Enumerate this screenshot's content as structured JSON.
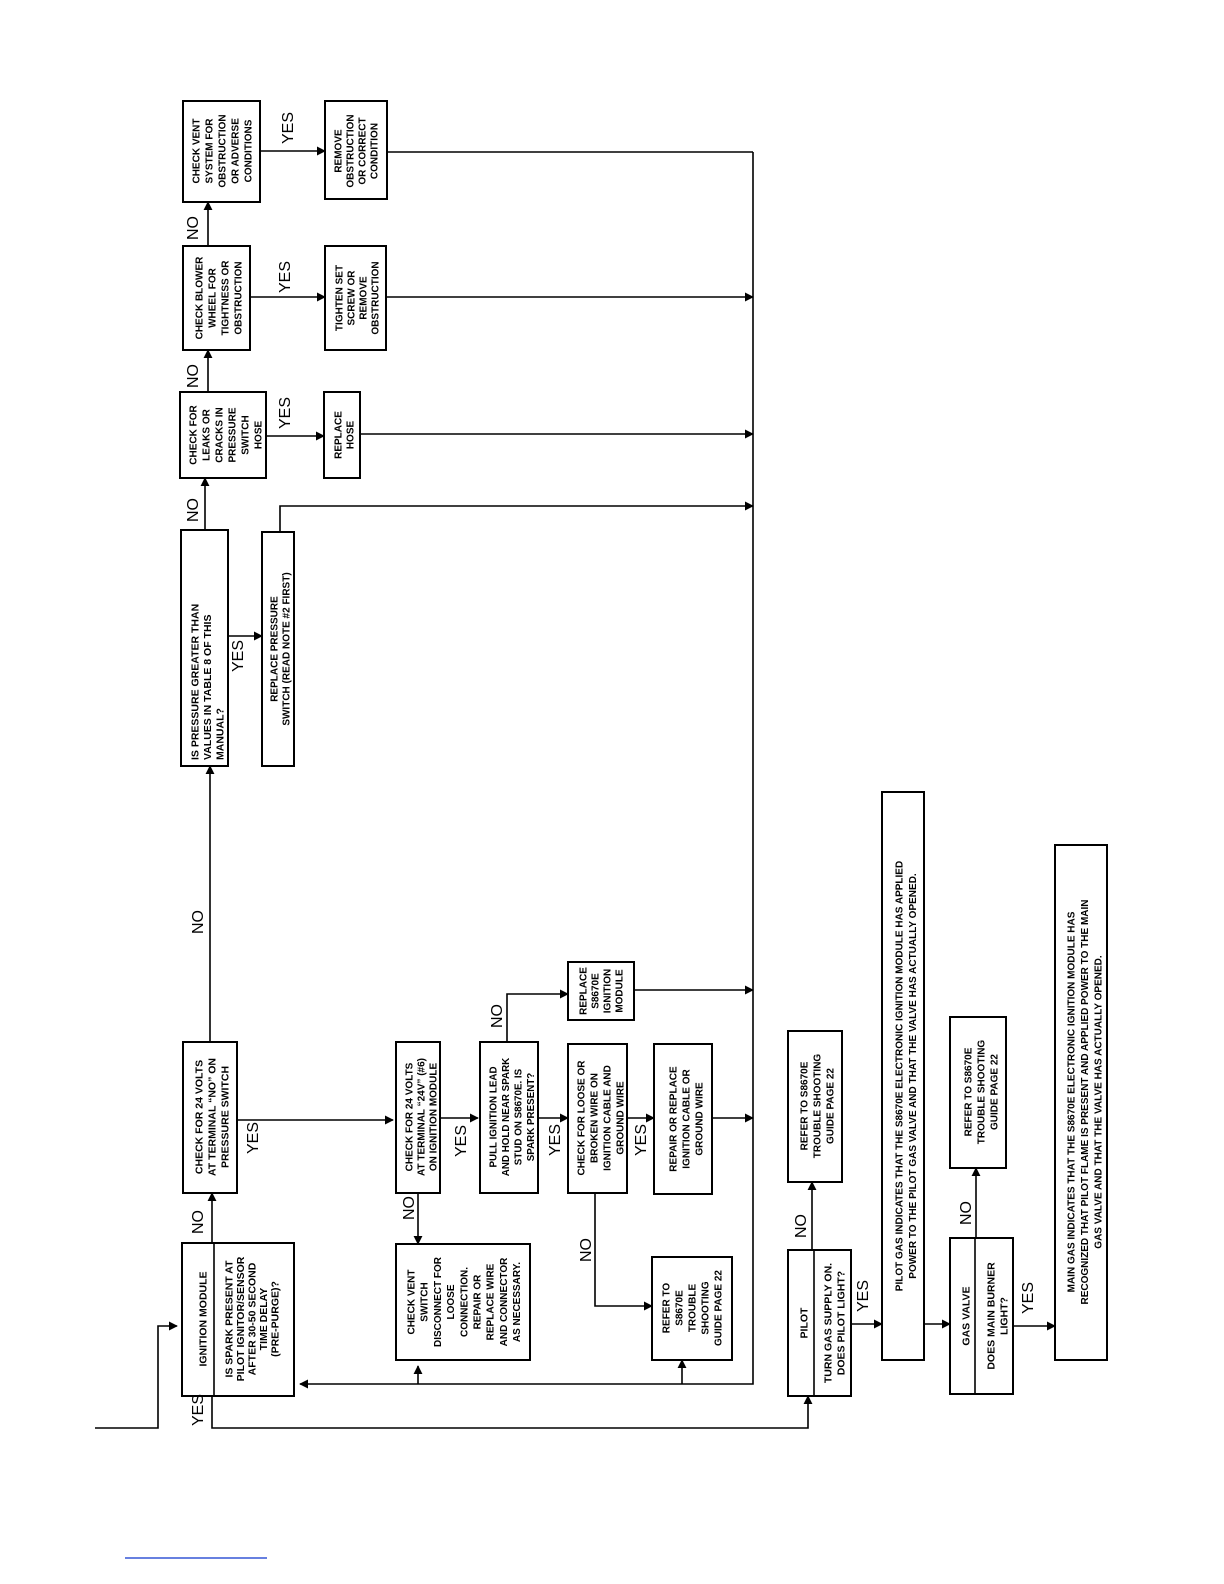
{
  "boxes": {
    "ignition_title": "IGNITION MODULE",
    "ignition_q": [
      "IS SPARK PRESENT AT",
      "PILOT IGNITOR/SENSOR",
      "AFTER 30-50 SECOND",
      "TIME DELAY",
      "(PRE-PURGE)?"
    ],
    "check_24v_no": [
      "CHECK FOR 24 VOLTS",
      "AT TERMINAL “NO” ON",
      "PRESSURE SWITCH"
    ],
    "pressure_q": [
      "IS  PRESSURE GREATER THAN",
      "VALUES IN TABLE 8 OF THIS",
      "MANUAL?"
    ],
    "replace_ps": [
      "REPLACE  PRESSURE",
      "SWITCH (READ NOTE #2 FIRST)"
    ],
    "check_leaks": [
      "CHECK FOR",
      "LEAKS OR",
      "CRACKS IN",
      "PRESSURE",
      "SWITCH",
      "HOSE"
    ],
    "replace_hose": [
      "REPLACE",
      "HOSE"
    ],
    "check_blower": [
      "CHECK BLOWER",
      "WHEEL FOR",
      "TIGHTNESS OR",
      "OBSTRUCTION"
    ],
    "tighten": [
      "TIGHTEN SET",
      "SCREW OR",
      "REMOVE",
      "OBSTRUCTION"
    ],
    "check_vent_sys": [
      "CHECK VENT",
      "SYSTEM FOR",
      "OBSTRUCTION",
      "OR ADVERSE",
      "CONDITIONS"
    ],
    "remove_obs": [
      "REMOVE",
      "OBSTRUCTION",
      "OR CORRECT",
      "CONDITION"
    ],
    "check_24v_mod": [
      "CHECK FOR 24 VOLTS",
      "AT TERMINAL “24V” (#6)",
      "ON IGNITION MODULE"
    ],
    "check_vent_switch": [
      "CHECK VENT",
      "SWITCH",
      "DISCONNECT FOR",
      "LOOSE",
      "CONNECTION.",
      "REPAIR OR",
      "REPLACE WIRE",
      "AND CONNECTOR",
      "AS NECESSARY."
    ],
    "pull_lead": [
      "PULL IGNITION LEAD",
      "AND HOLD NEAR SPARK",
      "STUD ON S8670E.  IS",
      "SPARK PRESENT?"
    ],
    "replace_module": [
      "REPLACE",
      "S8670E",
      "IGNITION",
      "MODULE"
    ],
    "check_loose": [
      "CHECK FOR LOOSE OR",
      "BROKEN WIRE ON",
      "IGNITION CABLE AND",
      "GROUND WIRE"
    ],
    "refer_1": [
      "REFER TO",
      "S8670E",
      "TROUBLE",
      "SHOOTING",
      "GUIDE PAGE 22"
    ],
    "repair": [
      "REPAIR OR REPLACE",
      "IGNITION CABLE OR",
      "GROUND WIRE"
    ],
    "pilot_title": "PILOT",
    "pilot_q": [
      "TURN GAS SUPPLY ON.",
      "DOES PILOT LIGHT?"
    ],
    "refer_2": [
      "REFER TO S8670E",
      "TROUBLE SHOOTING",
      "GUIDE PAGE 22"
    ],
    "pilot_gas_note": [
      "PILOT GAS INDICATES THAT THE S8670E ELECTRONIC IGNITION MODULE HAS APPLIED",
      "POWER TO THE PILOT GAS VALVE AND THAT THE VALVE HAS ACTUALLY OPENED."
    ],
    "gas_valve_title": "GAS VALVE",
    "gas_valve_q": [
      "DOES MAIN BURNER",
      "LIGHT?"
    ],
    "refer_3": [
      "REFER TO S8670E",
      "TROUBLE SHOOTING",
      "GUIDE PAGE 22"
    ],
    "main_gas_note": [
      "MAIN GAS INDICATES THAT THE S8670E ELECTRONIC IGNITION MODULE HAS",
      "RECOGNIZED THAT PILOT FLAME IS PRESENT AND APPLIED POWER TO THE MAIN",
      "GAS VALVE AND THAT THE VALVE HAS ACTUALLY OPENED."
    ]
  },
  "labels": {
    "yes": "YES",
    "no": "NO"
  }
}
